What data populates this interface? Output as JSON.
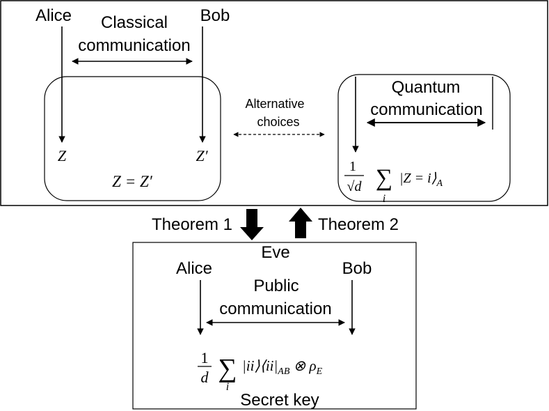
{
  "top_panel": {
    "alice": "Alice",
    "bob": "Bob",
    "classical_line1": "Classical",
    "classical_line2": "communication",
    "z_left": "Z",
    "z_right": "Z′",
    "equation": "Z = Z′",
    "alternative_line1": "Alternative",
    "alternative_line2": "choices",
    "quantum_line1": "Quantum",
    "quantum_line2": "communication",
    "state_num": "1",
    "state_den": "√d",
    "state_sum": "∑",
    "state_index": "i",
    "state_ket": "|Z = i⟩",
    "state_sub": "A"
  },
  "middle": {
    "theorem1": "Theorem 1",
    "theorem2": "Theorem 2"
  },
  "bottom_panel": {
    "eve": "Eve",
    "alice": "Alice",
    "bob": "Bob",
    "public_line1": "Public",
    "public_line2": "communication",
    "state_num": "1",
    "state_den": "d",
    "state_sum": "∑",
    "state_index": "i",
    "state_body": "|ii⟩⟨ii|",
    "state_sub_ab": "AB",
    "state_tensor": " ⊗ ρ",
    "state_sub_e": "E",
    "secret_key": "Secret key"
  }
}
